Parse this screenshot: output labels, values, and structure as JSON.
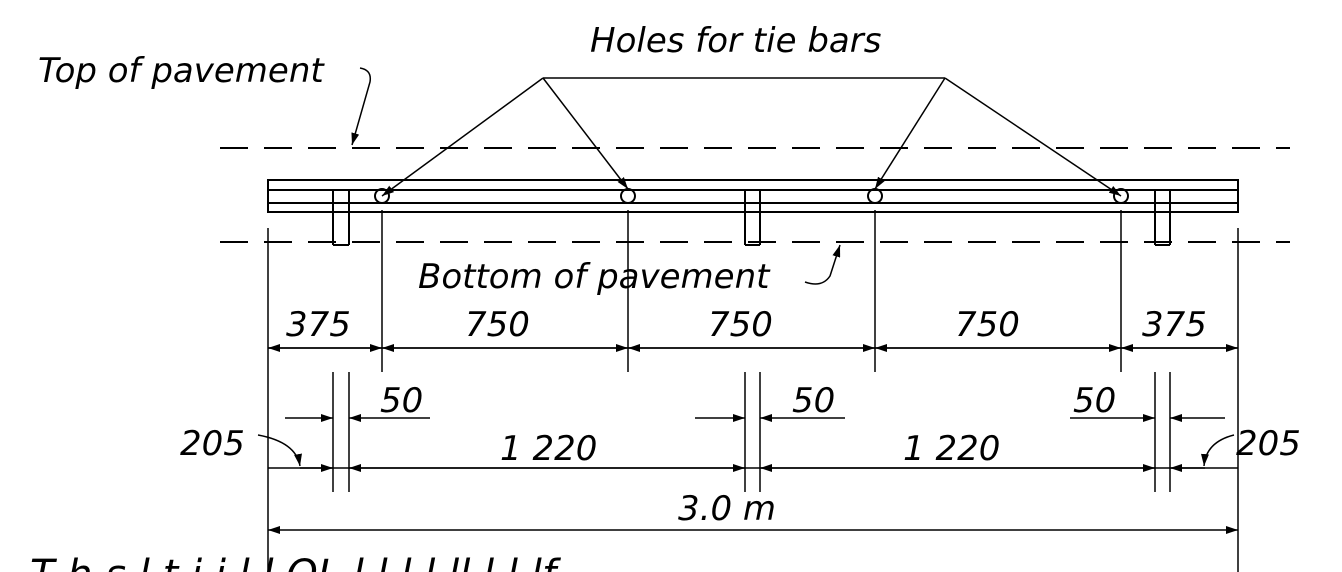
{
  "labels": {
    "holes": "Holes for tie bars",
    "top": "Top of pavement",
    "bottom": "Bottom of pavement",
    "overall": "3.0 m",
    "bottom_cut": "T    h   s      l   t   i     i  l      l        OL  l     l      l  l   ll       l      l   lf"
  },
  "dimensions": {
    "d375_left": "375",
    "d750_1": "750",
    "d750_2": "750",
    "d750_3": "750",
    "d375_right": "375",
    "d50_1": "50",
    "d50_2": "50",
    "d50_3": "50",
    "d1220_1": "1 220",
    "d1220_2": "1 220",
    "d205_left": "205",
    "d205_right": "205"
  },
  "colors": {
    "ink": "#000000",
    "paper": "#ffffff"
  }
}
